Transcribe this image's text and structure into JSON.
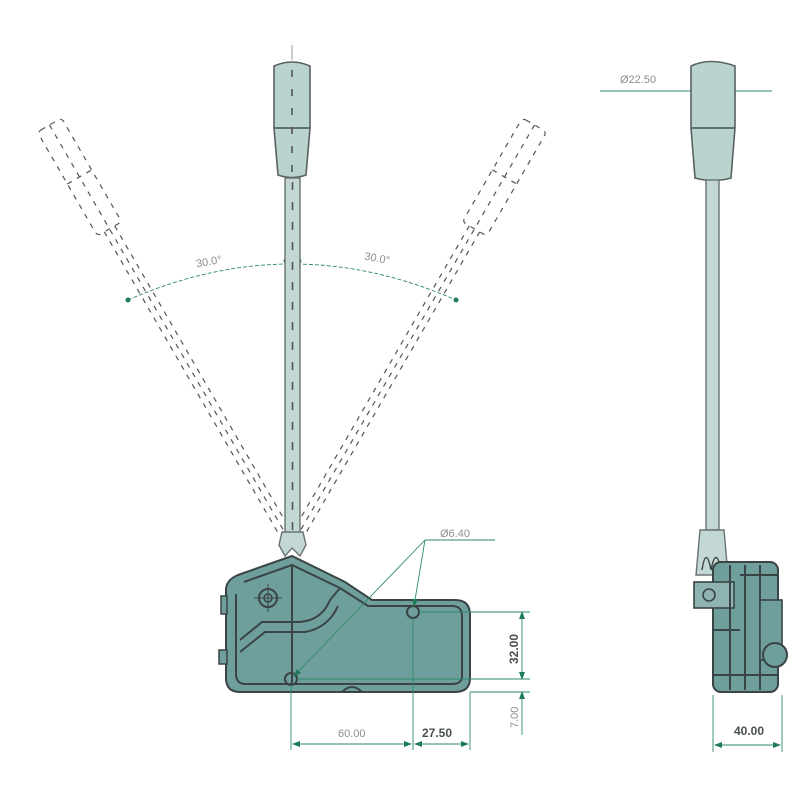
{
  "drawing": {
    "front_view": {
      "angle_left_label": "30.0°",
      "angle_right_label": "30.0°",
      "hole_callout": "Ø6.40",
      "dim_height": "32.00",
      "dim_base_offset": "7.00",
      "dim_hole_spacing": "60.00",
      "dim_hole_to_edge": "27.50"
    },
    "side_view": {
      "knob_diameter": "Ø22.50",
      "dim_width": "40.00"
    },
    "colors": {
      "body_fill": "#6f9f9c",
      "handle_fill": "#b9d3cf",
      "dimension_line": "#2e8a6a",
      "outline": "#3a4444"
    }
  }
}
